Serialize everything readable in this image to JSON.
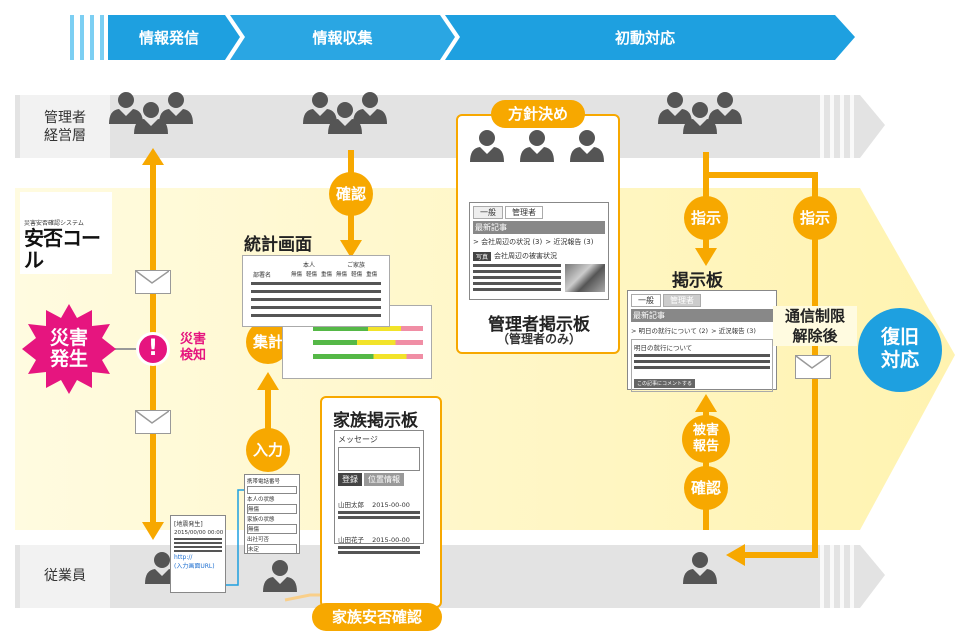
{
  "phases": [
    "情報発信",
    "情報収集",
    "初動対応"
  ],
  "lanes": {
    "management": "管理者\n経営層",
    "employee": "従業員"
  },
  "brand": {
    "small": "災害安否確認システム",
    "logo": "安否コール"
  },
  "disaster": {
    "occurrence": "災害\n発生",
    "detection": "災害\n検知"
  },
  "labels": {
    "confirm_top": "確認",
    "stats_title": "統計画面",
    "aggregate": "集計",
    "input": "入力",
    "family_board_title": "家族掲示板",
    "message": "メッセージ",
    "register": "登録",
    "location": "位置情報",
    "family_confirm": "家族安否確認",
    "policy": "方針決め",
    "admin_board": "管理者掲示板",
    "admin_only": "（管理者のみ）",
    "instruct1": "指示",
    "instruct2": "指示",
    "board": "掲示板",
    "comm_limit": "通信制限\n解除後",
    "damage_report": "被害\n報告",
    "confirm_bottom": "確認",
    "recovery": "復旧\n対応"
  },
  "stats_sheet": {
    "col1": "部署名",
    "grp1": "本人",
    "grp2": "ご家族",
    "sub": [
      "無傷",
      "軽傷",
      "重傷",
      "無傷",
      "軽傷",
      "重傷"
    ]
  },
  "mail_screen": {
    "header": "[地震発生]",
    "datetime": "2015/00/00 00:00",
    "link1": "http://",
    "link2": "(入力画面URL)"
  },
  "input_form": {
    "f1": "携帯電話番号",
    "f2": "本人の状態",
    "v2": "無傷",
    "f3": "家族の状態",
    "v3": "無傷",
    "f4": "出社可否",
    "v4": "未定"
  },
  "family_posts": [
    {
      "name": "山田太郎",
      "date": "2015-00-00"
    },
    {
      "name": "山田花子",
      "date": "2015-00-00"
    }
  ],
  "admin_screen": {
    "tab1": "一般",
    "tab2": "管理者",
    "latest": "最新記事",
    "link1": "> 会社周辺の状況 (3)",
    "link2": "> 近況報告 (3)",
    "tag": "写真",
    "post": "会社周辺の被害状況"
  },
  "board_screen": {
    "tab1": "一般",
    "tab2": "管理者",
    "latest": "最新記事",
    "link1": "> 明日の就行について (2)",
    "link2": "> 近況報告 (3)",
    "post": "明日の就行について",
    "button": "この記事にコメントする"
  },
  "colors": {
    "orange": "#f7a800",
    "blue": "#1ea0e0",
    "magenta": "#e6157f",
    "person": "#555555"
  }
}
